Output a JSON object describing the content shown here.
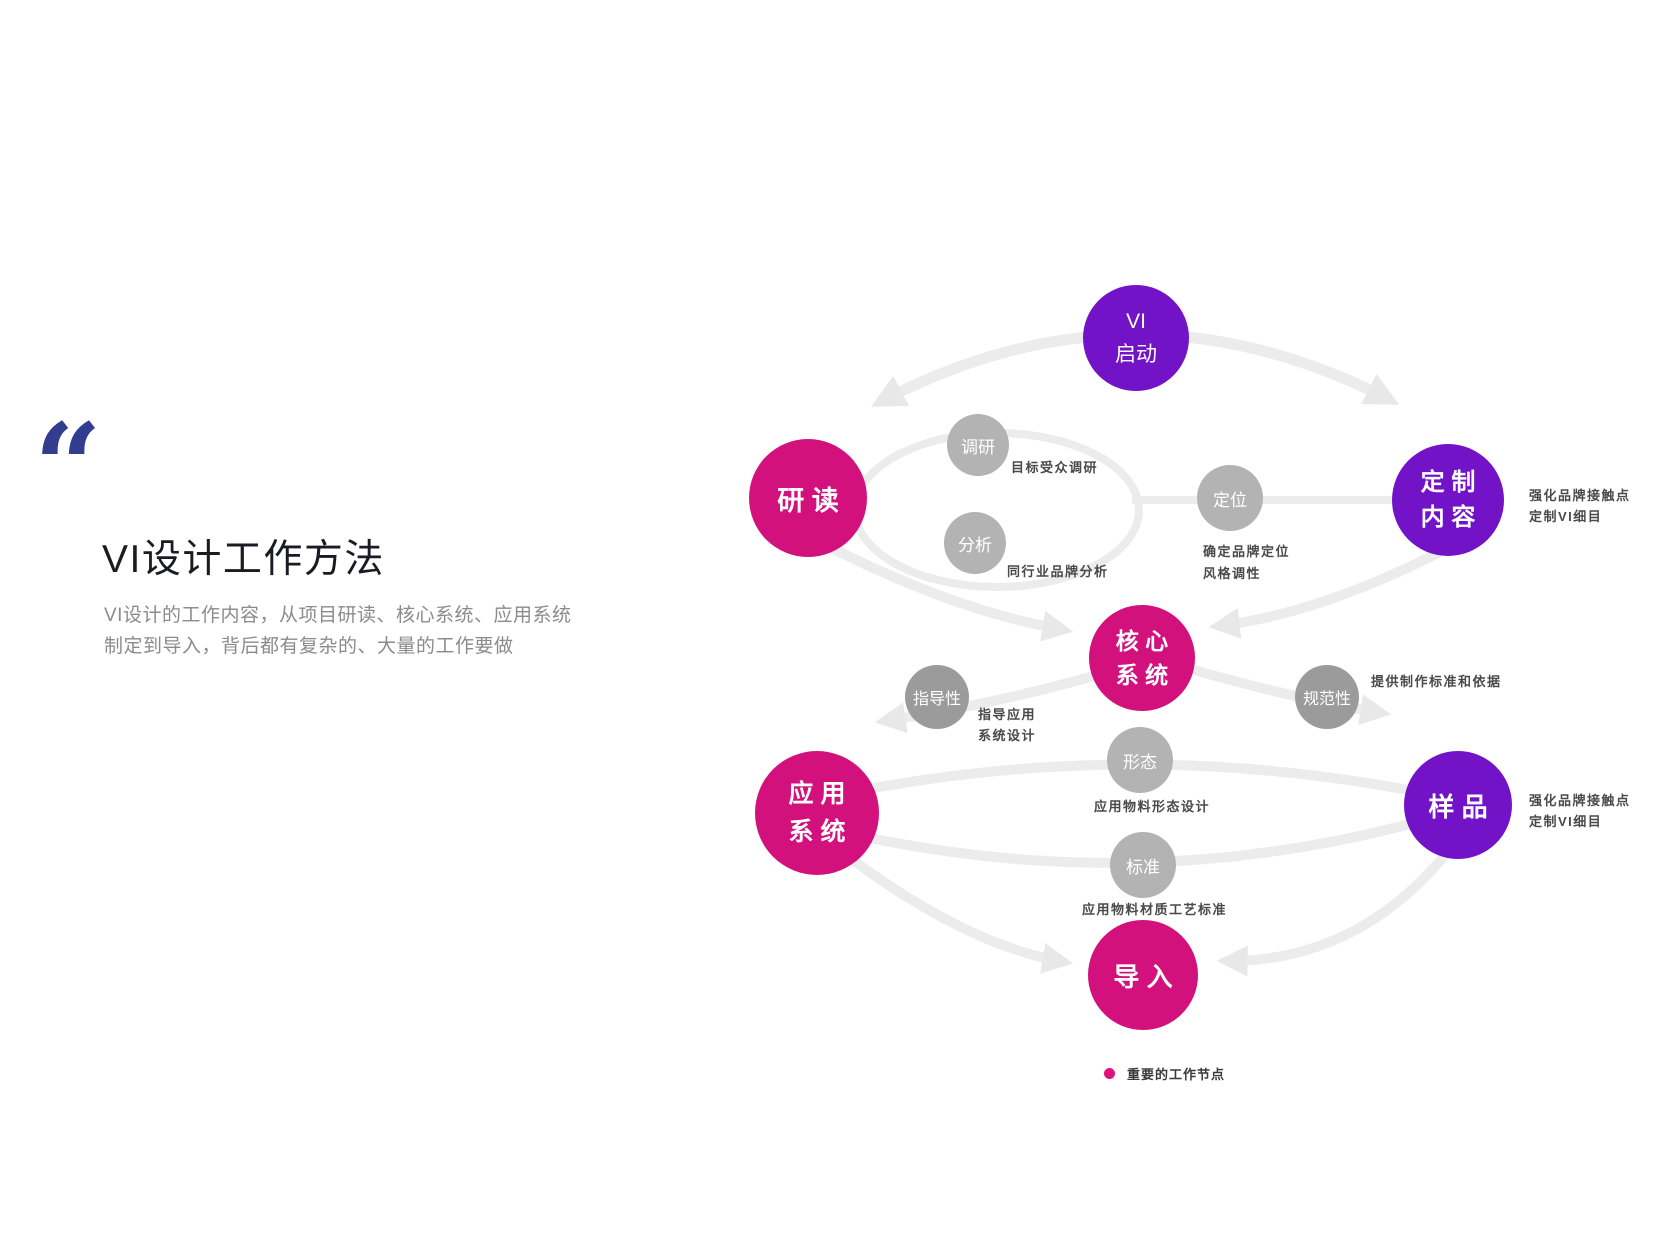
{
  "intro": {
    "quote_mark": "“",
    "title": "VI设计工作方法",
    "subtitle_line1": "VI设计的工作内容，从项目研读、核心系统、应用系统",
    "subtitle_line2": "制定到导入，背后都有复杂的、大量的工作要做"
  },
  "colors": {
    "accent_magenta": "#D2117D",
    "accent_purple": "#7213C8",
    "node_gray": "#B3B3B3",
    "node_dark_gray": "#9B9B9B",
    "curve_gray": "#ECECEC",
    "quote_blue": "#333D8F",
    "title_text": "#1B1B23",
    "subtitle_text": "#8B8B8B",
    "note_text": "#4A4A4A"
  },
  "diagram": {
    "nodes": [
      {
        "id": "vi-start",
        "lines": [
          "VI",
          "启动"
        ]
      },
      {
        "id": "study",
        "lines": [
          "研 读"
        ]
      },
      {
        "id": "research",
        "lines": [
          "调研"
        ]
      },
      {
        "id": "analysis",
        "lines": [
          "分析"
        ]
      },
      {
        "id": "positioning",
        "lines": [
          "定位"
        ]
      },
      {
        "id": "custom-content",
        "lines": [
          "定 制",
          "内 容"
        ]
      },
      {
        "id": "core-system",
        "lines": [
          "核 心",
          "系 统"
        ]
      },
      {
        "id": "guidance",
        "lines": [
          "指导性"
        ]
      },
      {
        "id": "normative",
        "lines": [
          "规范性"
        ]
      },
      {
        "id": "application-system",
        "lines": [
          "应 用",
          "系 统"
        ]
      },
      {
        "id": "form",
        "lines": [
          "形态"
        ]
      },
      {
        "id": "standard",
        "lines": [
          "标准"
        ]
      },
      {
        "id": "sample",
        "lines": [
          "样 品"
        ]
      },
      {
        "id": "import",
        "lines": [
          "导 入"
        ]
      }
    ],
    "annotations": [
      {
        "id": "target-audience",
        "lines": [
          "目标受众调研"
        ]
      },
      {
        "id": "industry-analysis",
        "lines": [
          "同行业品牌分析"
        ]
      },
      {
        "id": "brand-positioning",
        "lines": [
          "确定品牌定位",
          "风格调性"
        ]
      },
      {
        "id": "custom-content-note",
        "lines": [
          "强化品牌接触点",
          "定制VI细目"
        ]
      },
      {
        "id": "guide-application",
        "lines": [
          "指导应用",
          "系统设计"
        ]
      },
      {
        "id": "production-standard",
        "lines": [
          "提供制作标准和依据"
        ]
      },
      {
        "id": "material-form",
        "lines": [
          "应用物料形态设计"
        ]
      },
      {
        "id": "material-standard",
        "lines": [
          "应用物料材质工艺标准"
        ]
      },
      {
        "id": "sample-note",
        "lines": [
          "强化品牌接触点",
          "定制VI细目"
        ]
      }
    ],
    "legend": {
      "label": "重要的工作节点"
    }
  }
}
